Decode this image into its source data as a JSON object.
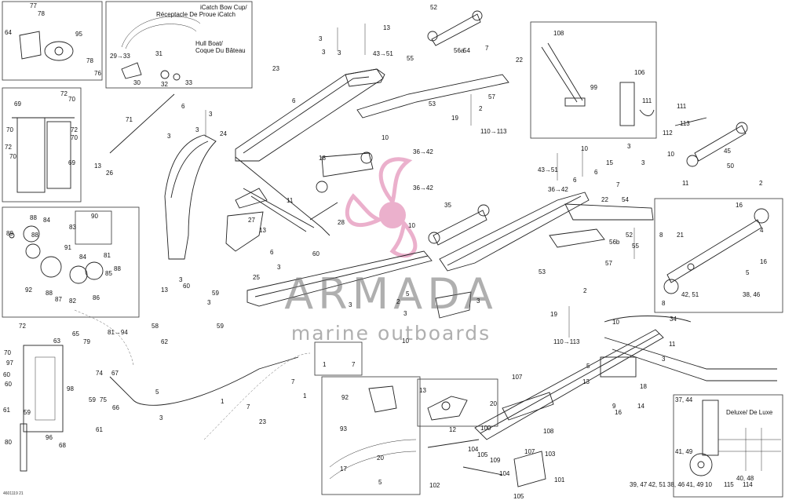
{
  "boxes": {
    "bowcup": {
      "line1": "iCatch Bow Cup/",
      "line2": "Réceptacle De Proue iCatch",
      "hull1": "Hull Boat/",
      "hull2": "Coque Du Bâteau"
    },
    "deluxe": {
      "title": "Deluxe/ De Luxe"
    }
  },
  "watermark": {
    "title": "ARMADA",
    "subtitle": "marine outboards",
    "logo_color": "#e8a3c4"
  },
  "drawing_code": "4601119 21",
  "callouts": [
    "77",
    "78",
    "64",
    "95",
    "78",
    "76",
    "29→33",
    "31",
    "30",
    "32",
    "33",
    "69",
    "72",
    "70",
    "70",
    "72",
    "70",
    "72",
    "70",
    "69",
    "88",
    "84",
    "89",
    "83",
    "88",
    "90",
    "91",
    "81",
    "84",
    "85",
    "88",
    "92",
    "88",
    "87",
    "82",
    "86",
    "81→94",
    "72",
    "63",
    "65",
    "79",
    "70",
    "97",
    "74",
    "60",
    "67",
    "98",
    "75",
    "66",
    "59",
    "60",
    "61",
    "59",
    "61",
    "96",
    "68",
    "80",
    "71",
    "13",
    "26",
    "6",
    "3",
    "3",
    "3",
    "24",
    "23",
    "6",
    "13",
    "3",
    "3",
    "3",
    "43→51",
    "52",
    "55",
    "56a",
    "54",
    "7",
    "22",
    "57",
    "53",
    "2",
    "19",
    "110→113",
    "10",
    "36→42",
    "18",
    "36→42",
    "35",
    "11",
    "28",
    "27",
    "13",
    "10",
    "60",
    "13",
    "6",
    "3",
    "25",
    "3",
    "3",
    "59",
    "58",
    "62",
    "59",
    "60",
    "3",
    "5",
    "3",
    "1",
    "7",
    "23",
    "1",
    "7",
    "1",
    "7",
    "92",
    "93",
    "17",
    "20",
    "5",
    "13",
    "20",
    "12",
    "100",
    "104",
    "105",
    "107",
    "108",
    "103",
    "107",
    "102",
    "104",
    "109",
    "101",
    "105",
    "108",
    "106",
    "99",
    "111",
    "111",
    "113",
    "112",
    "45",
    "50",
    "10",
    "2",
    "11",
    "10",
    "43→51",
    "36→42",
    "6",
    "6",
    "3",
    "15",
    "3",
    "7",
    "22",
    "54",
    "56b",
    "52",
    "55",
    "57",
    "53",
    "2",
    "19",
    "3",
    "5",
    "3",
    "10",
    "2",
    "110→113",
    "10",
    "34",
    "11",
    "5",
    "3",
    "13",
    "18",
    "14",
    "9",
    "16",
    "16",
    "8",
    "21",
    "4",
    "16",
    "5",
    "8",
    "42, 51",
    "38, 46",
    "37, 44",
    "41, 49",
    "40, 48",
    "39, 47",
    "42, 51",
    "38, 46",
    "41, 49",
    "10",
    "115",
    "114"
  ]
}
